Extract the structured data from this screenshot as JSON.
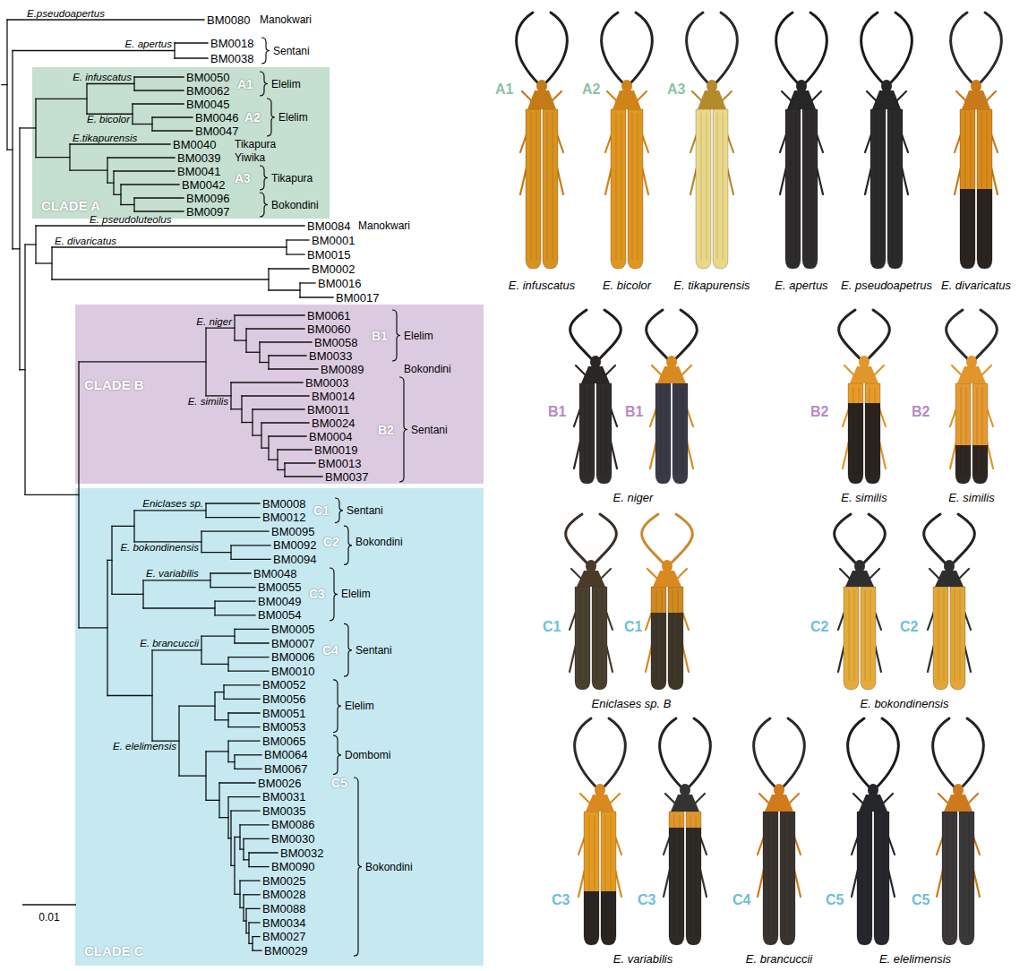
{
  "diagram": {
    "nodes": [
      {
        "text": [
          "CLADE A"
        ]
      },
      {
        "text": [
          "CLADE B"
        ]
      },
      {
        "text": [
          "CLADE C"
        ]
      }
    ],
    "labels": [
      "BM0080",
      "BM0018",
      "BM0038",
      "BM0050",
      "BM0062",
      "BM0045",
      "BM0046",
      "BM0047",
      "BM0040",
      "BM0039",
      "BM0041",
      "BM0042",
      "BM0096",
      "BM0097",
      "BM0084",
      "BM0001",
      "BM0015",
      "BM0002",
      "BM0016",
      "BM0017",
      "BM0061",
      "BM0060",
      "BM0058",
      "BM0033",
      "BM0089",
      "BM0003",
      "BM0014",
      "BM0011",
      "BM0024",
      "BM0004",
      "BM0019",
      "BM0013",
      "BM0037",
      "BM0008",
      "BM0012",
      "BM0095",
      "BM0092",
      "BM0094",
      "BM0048",
      "BM0055",
      "BM0049",
      "BM0054",
      "BM0005",
      "BM0007",
      "BM0006",
      "BM0010",
      "BM0052",
      "BM0056",
      "BM0051",
      "BM0053",
      "BM0065",
      "BM0064",
      "BM0067",
      "BM0026",
      "BM0031",
      "BM0035",
      "BM0086",
      "BM0030",
      "BM0032",
      "BM0090",
      "BM0025",
      "BM0028",
      "BM0088",
      "BM0034",
      "BM0027",
      "BM0029",
      "E.pseudoapertus",
      "E. apertus",
      "E. infuscatus",
      "E. bicolor",
      "E.tikapurensis",
      "E. pseudoluteolus",
      "E. divaricatus",
      "E. niger",
      "E. similis",
      "Eniclases sp.",
      "E. bokondinensis",
      "E. variabilis",
      "E. brancuccii",
      "E. elelimensis",
      "Manokwari",
      "Sentani",
      "A1",
      "Elelim",
      "A2",
      "Elelim",
      "Tikapura",
      "Yiwika",
      "A3",
      "Tikapura",
      "Bokondini",
      "Manokwari",
      "B1",
      "Elelim",
      "Bokondini",
      "B2",
      "Sentani",
      "C1",
      "Sentani",
      "C2",
      "Bokondini",
      "C3",
      "Elelim",
      "C4",
      "Sentani",
      "Elelim",
      "Dombomi",
      "C5",
      "Bokondini",
      "0.01",
      "A1",
      "A2",
      "A3",
      "E. infuscatus",
      "E. bicolor",
      "E. tikapurensis",
      "E. apertus",
      "E. pseudoapetrus",
      "E. divaricatus",
      "B1",
      "B1",
      "B2",
      "B2",
      "E. niger",
      "E. similis",
      "E. similis",
      "C1",
      "C1",
      "C2",
      "C2",
      "Eniclases sp. B",
      "E. bokondinensis",
      "C3",
      "C3",
      "C4",
      "C5",
      "C5",
      "E. variabilis",
      "E. brancuccii",
      "E. elelimensis"
    ]
  }
}
